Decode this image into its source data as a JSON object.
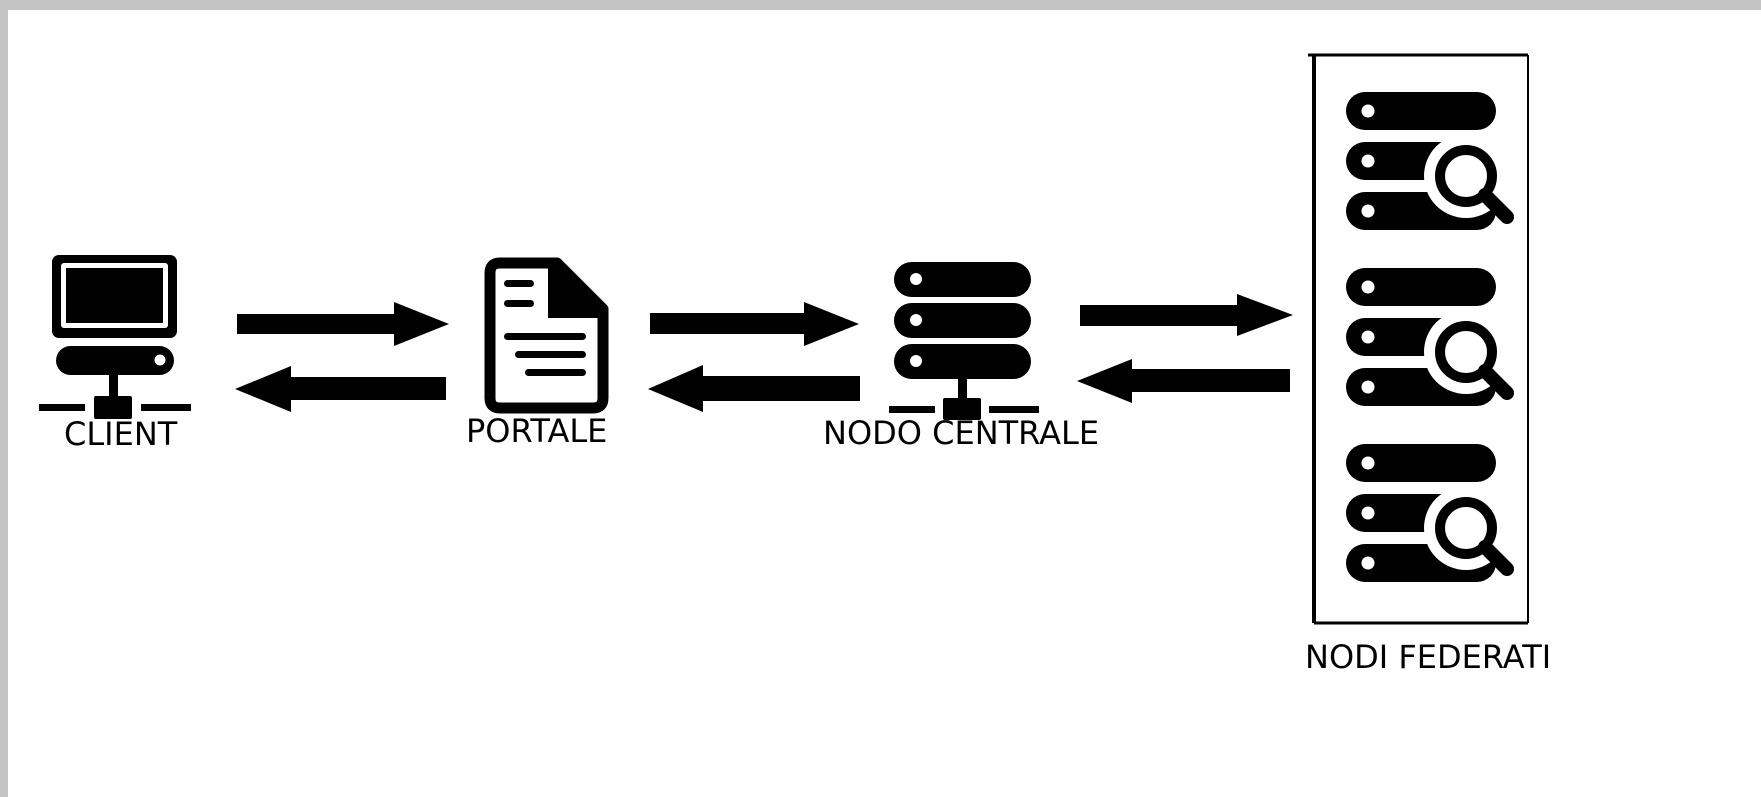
{
  "diagram": {
    "nodes": [
      {
        "id": "client",
        "label": "CLIENT",
        "icon": "computer-network-icon"
      },
      {
        "id": "portale",
        "label": "PORTALE",
        "icon": "document-icon"
      },
      {
        "id": "nodo_centrale",
        "label": "NODO CENTRALE",
        "icon": "server-network-icon"
      },
      {
        "id": "nodi_federati",
        "label": "NODI FEDERATI",
        "icon": "server-search-icon"
      }
    ],
    "connections": [
      {
        "from": "client",
        "to": "portale",
        "direction": "bidirectional"
      },
      {
        "from": "portale",
        "to": "nodo_centrale",
        "direction": "bidirectional"
      },
      {
        "from": "nodo_centrale",
        "to": "nodi_federati",
        "direction": "bidirectional"
      }
    ],
    "colors": {
      "background": "#ffffff",
      "frame": "#c4c4c4",
      "ink": "#000000"
    }
  }
}
